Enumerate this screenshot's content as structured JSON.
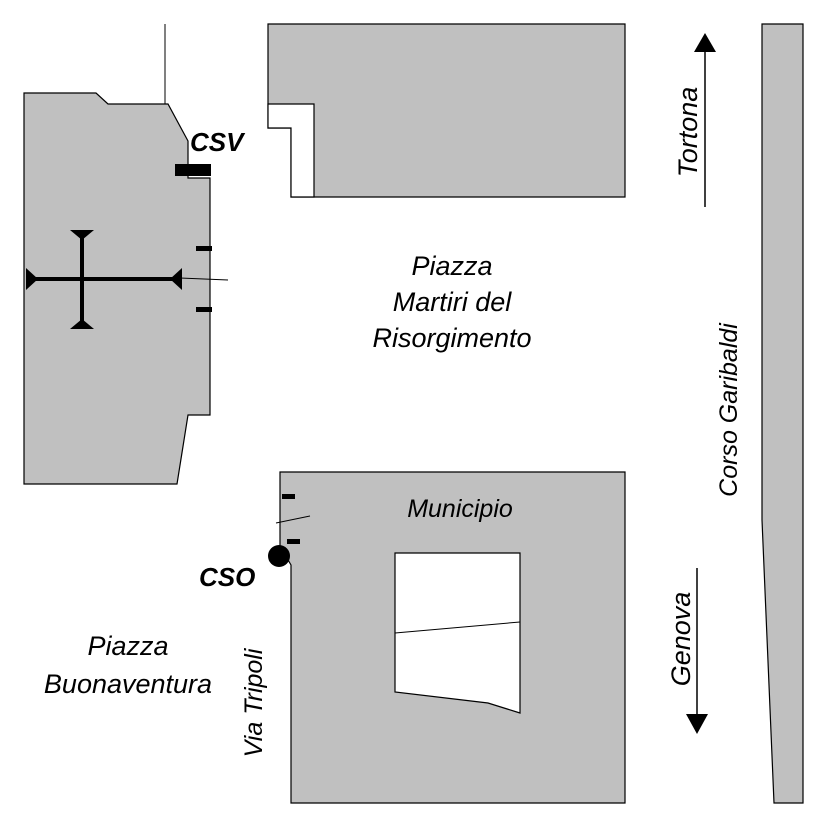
{
  "labels": {
    "csv": "CSV",
    "cso": "CSO",
    "piazza_martiri": [
      "Piazza",
      "Martiri del",
      "Risorgimento"
    ],
    "municipio": "Municipio",
    "piazza_buonaventura": [
      "Piazza",
      "Buonaventura"
    ],
    "via_tripoli": "Via Tripoli",
    "corso_garibaldi": "Corso Garibaldi",
    "tortona": "Tortona",
    "genova": "Genova"
  },
  "colors": {
    "building_fill": "#c0c0c0",
    "outline": "#000000",
    "background": "#ffffff"
  },
  "icons": [
    "crosshair-icon",
    "station-dot-icon",
    "arrow-up-icon",
    "arrow-down-icon"
  ]
}
